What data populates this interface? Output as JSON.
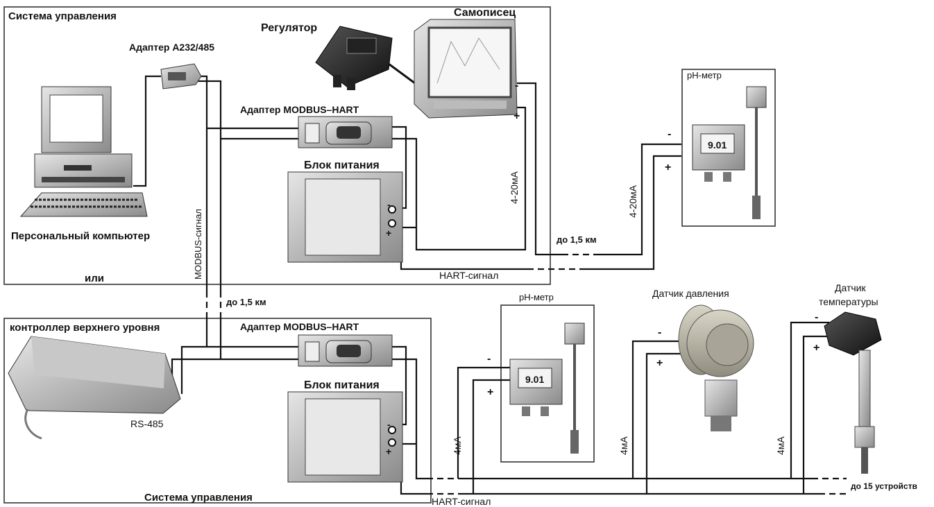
{
  "labels": {
    "control_system_top": "Система управления",
    "adapter_a232": "Адаптер А232/485",
    "regulator": "Регулятор",
    "recorder": "Самописец",
    "adapter_modbus_hart_top": "Адаптер MODBUS–HART",
    "power_supply_top": "Блок питания",
    "pc": "Персональный компьютер",
    "or": "или",
    "modbus_signal": "MODBUS-сигнал",
    "distance_1_5km_left": "до 1,5 км",
    "distance_1_5km_mid": "до 1,5 км",
    "current_4_20_recorder": "4-20мА",
    "current_4_20_ph": "4-20мА",
    "hart_signal_top": "HART-сигнал",
    "ph_meter_top": "рН-метр",
    "controller": "контроллер верхнего уровня",
    "adapter_modbus_hart_bottom": "Адаптер MODBUS–HART",
    "power_supply_bottom": "Блок питания",
    "rs485": "RS-485",
    "control_system_bottom": "Система управления",
    "hart_signal_bottom": "HART-сигнал",
    "ph_meter_bottom": "рН-метр",
    "pressure_sensor": "Датчик давления",
    "temperature_sensor_line1": "Датчик",
    "temperature_sensor_line2": "температуры",
    "current_4_a": "4мА",
    "current_4_b": "4мА",
    "current_4_c": "4мА",
    "up_to_15_devices": "до 15 устройств",
    "minus": "-",
    "plus": "+",
    "ph_display": "9.01"
  }
}
